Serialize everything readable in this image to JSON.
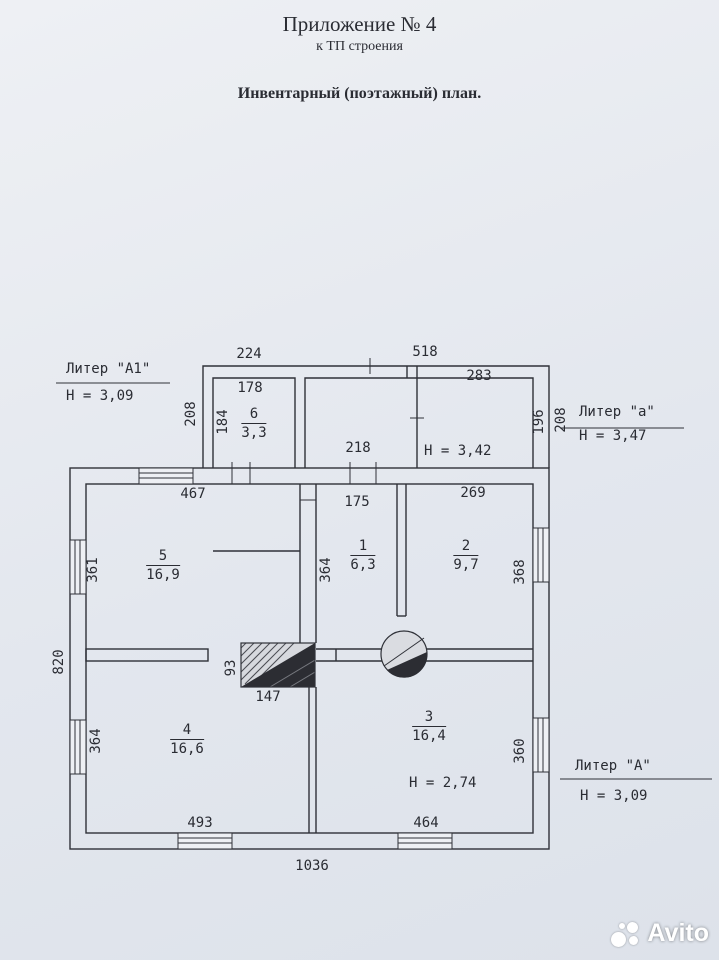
{
  "header": {
    "title": "Приложение № 4",
    "subtitle": "к ТП строения",
    "plan_title": "Инвентарный (поэтажный) план."
  },
  "liters": {
    "a1": {
      "name": "Литер \"А1\"",
      "height": "Н = 3,09"
    },
    "a_small": {
      "name": "Литер \"а\"",
      "height": "Н = 3,47"
    },
    "a_main": {
      "name": "Литер \"А\"",
      "height": "Н = 3,09"
    }
  },
  "rooms": [
    {
      "number": "1",
      "area": "6,3"
    },
    {
      "number": "2",
      "area": "9,7"
    },
    {
      "number": "3",
      "area": "16,4"
    },
    {
      "number": "4",
      "area": "16,6"
    },
    {
      "number": "5",
      "area": "16,9"
    },
    {
      "number": "6",
      "area": "3,3"
    }
  ],
  "heights": {
    "veranda": "Н = 3,42",
    "main": "Н = 2,74"
  },
  "dimensions": {
    "d224": "224",
    "d518": "518",
    "d178": "178",
    "d283": "283",
    "d208_left": "208",
    "d184": "184",
    "d196": "196",
    "d208_right": "208",
    "d218": "218",
    "d467": "467",
    "d175": "175",
    "d269": "269",
    "d361": "361",
    "d364_mid": "364",
    "d368": "368",
    "d820": "820",
    "d93": "93",
    "d147": "147",
    "d364_left": "364",
    "d360": "360",
    "d493": "493",
    "d464": "464",
    "d1036": "1036"
  },
  "watermark": {
    "text": "Avito"
  }
}
